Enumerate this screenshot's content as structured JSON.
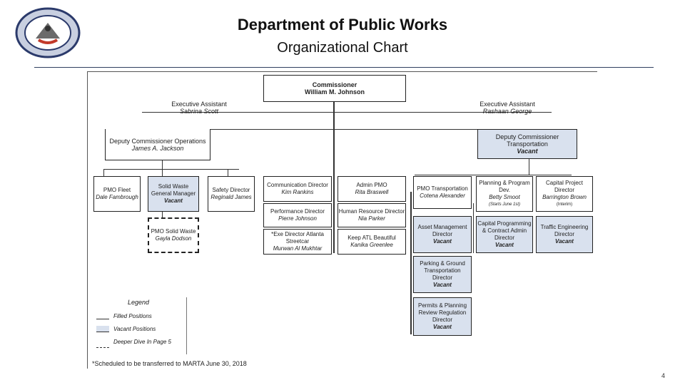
{
  "header": {
    "title": "Department of Public Works",
    "subtitle": "Organizational Chart"
  },
  "commissioner": {
    "title": "Commissioner",
    "name": "William M. Johnson"
  },
  "exec_assistant_left": {
    "title": "Executive Assistant",
    "name": "Sabrina Scott"
  },
  "exec_assistant_right": {
    "title": "Executive Assistant",
    "name": "Rashaan George"
  },
  "deputy_ops": {
    "title": "Deputy Commissioner Operations",
    "name": "James A. Jackson"
  },
  "deputy_trans": {
    "title": "Deputy Commissioner Transportation",
    "name": "Vacant"
  },
  "ops_boxes": [
    {
      "title": "PMO Fleet",
      "name": "Dale Fambrough"
    },
    {
      "title": "Solid Waste General Manager",
      "name": "Vacant"
    },
    {
      "title": "Safety Director",
      "name": "Reginald James"
    }
  ],
  "pmo_solid_waste": {
    "title": "PMO Solid Waste",
    "name": "Gayla Dodson"
  },
  "center_left": [
    {
      "title": "Communication Director",
      "name": "Kim Rankins"
    },
    {
      "title": "Performance Director",
      "name": "Pierre Johnson"
    },
    {
      "title": "*Exe Director Atlanta Streetcar",
      "name": "Murwan Al Mukhtar"
    }
  ],
  "center_right": [
    {
      "title": "Admin PMO",
      "name": "Rita Braswell"
    },
    {
      "title": "Human Resource Director",
      "name": "Nia Parker"
    },
    {
      "title": "Keep ATL Beautiful",
      "name": "Kanika Greenlee"
    }
  ],
  "trans_top": [
    {
      "title": "PMO Transportation",
      "name": "Cotena Alexander"
    },
    {
      "title": "Planning & Program Dev.",
      "name": "Betty Smoot",
      "note": "(Starts June 1st)"
    },
    {
      "title": "Capital Project Director",
      "name": "Barrington Brown",
      "note": "(Interim)"
    }
  ],
  "trans_vacant": [
    {
      "title": "Asset Management Director",
      "name": "Vacant"
    },
    {
      "title": "Capital Programming & Contract Admin Director",
      "name": "Vacant"
    },
    {
      "title": "Traffic Engineering Director",
      "name": "Vacant"
    },
    {
      "title": "Parking & Ground Transportation Director",
      "name": "Vacant"
    },
    {
      "title": "Permits & Planning Review Regulation Director",
      "name": "Vacant"
    }
  ],
  "legend": {
    "title": "Legend",
    "filled": "Filled Positions",
    "vacant": "Vacant Positions",
    "deeper": "Deeper Dive In Page 5"
  },
  "footnote": "*Scheduled to be transferred to MARTA June 30, 2018",
  "page_number": "4",
  "colors": {
    "vacant_fill": "#d9e1ee",
    "rule": "#2f3f5f"
  }
}
